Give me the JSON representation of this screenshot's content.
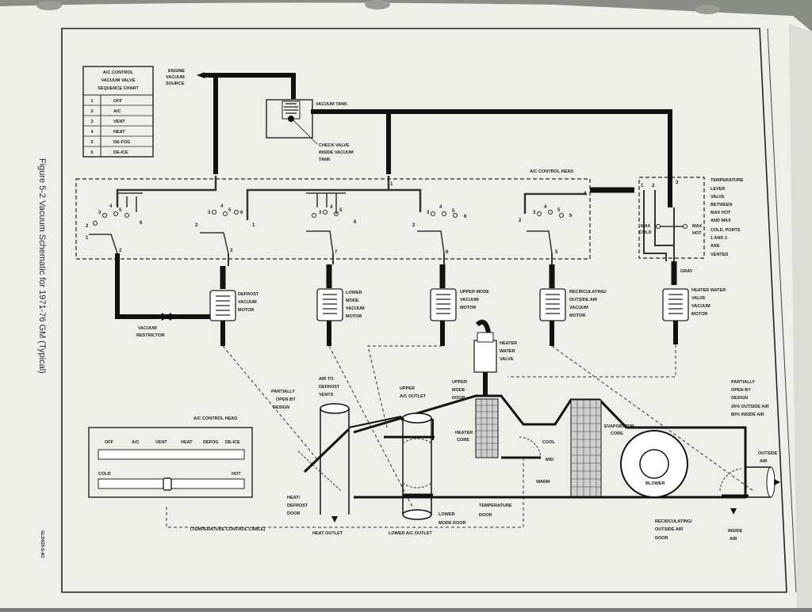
{
  "figure_caption": "Figure 5-2 Vacuum Schematic for 1971-76 GM (Typical)",
  "figure_code": "GLD020-5-AC",
  "sequence_chart": {
    "title_lines": [
      "A/C CONTROL",
      "VACUUM VALVE",
      "SEQUENCE CHART"
    ],
    "rows": [
      {
        "num": "1",
        "label": "OFF"
      },
      {
        "num": "2",
        "label": "A/C"
      },
      {
        "num": "3",
        "label": "VENT"
      },
      {
        "num": "4",
        "label": "HEAT"
      },
      {
        "num": "5",
        "label": "DE-FOG"
      },
      {
        "num": "6",
        "label": "DE-ICE"
      }
    ]
  },
  "labels": {
    "engine_vacuum_source": [
      "ENGINE",
      "VACUUM",
      "SOURCE"
    ],
    "vacuum_tank": "VACUUM TANK",
    "check_valve": [
      "CHECK VALVE",
      "INSIDE VACUUM",
      "TANK"
    ],
    "ac_control_head_top": "A/C CONTROL HEAD",
    "temperature_lever": [
      "TEMPERATURE",
      "LEVER",
      "VALVE",
      "BETWEEN",
      "MAX HOT",
      "AND MAX",
      "COLD, PORTS",
      "1 AND 2",
      "ARE",
      "VENTED"
    ],
    "max_cold": [
      "MAX",
      "COLD"
    ],
    "max_hot": [
      "MAX",
      "HOT"
    ],
    "gray": "GRAY",
    "defrost_motor": [
      "DEFROST",
      "VACUUM",
      "MOTOR"
    ],
    "lower_mode_motor": [
      "LOWER",
      "MODE",
      "VACUUM",
      "MOTOR"
    ],
    "upper_mode_motor": [
      "UPPER MODE",
      "VACUUM",
      "MOTOR"
    ],
    "recirc_motor": [
      "RECIRCULATING/",
      "OUTSIDE AIR",
      "VACUUM",
      "MOTOR"
    ],
    "heater_water_valve_motor": [
      "HEATER WATER",
      "VALVE",
      "VACUUM",
      "MOTOR"
    ],
    "vacuum_restrictor": [
      "VACUUM",
      "RESTRICTOR"
    ],
    "heater_water_valve": [
      "HEATER",
      "WATER",
      "VALVE"
    ],
    "partially_open_left": [
      "PARTIALLY",
      "OPEN BY",
      "DESIGN"
    ],
    "air_to_defrost": [
      "AIR TO",
      "DEFROST",
      "VENTS"
    ],
    "upper_ac_outlet": [
      "UPPER",
      "A/C OUTLET"
    ],
    "upper_mode_door": [
      "UPPER",
      "MODE",
      "DOOR"
    ],
    "heater_core": [
      "HEATER",
      "CORE"
    ],
    "cool": "COOL",
    "mid": "MID",
    "warm": "WARM",
    "evaporator_core": [
      "EVAPORATOR",
      "CORE"
    ],
    "blower": "BLOWER",
    "partially_open_right": [
      "PARTIALLY",
      "OPEN BY",
      "DESIGN",
      "20% OUTSIDE AIR",
      "80% INSIDE AIR"
    ],
    "outside_air": [
      "OUTSIDE",
      "AIR"
    ],
    "inside_air": [
      "INSIDE",
      "AIR"
    ],
    "heat_defrost_door": [
      "HEAT/",
      "DEFROST",
      "DOOR"
    ],
    "heat_outlet": "HEAT OUTLET",
    "lower_ac_outlet": "LOWER A/C OUTLET",
    "lower_mode_door": [
      "LOWER",
      "MODE DOOR"
    ],
    "temperature_door": [
      "TEMPERATURE",
      "DOOR"
    ],
    "recirc_door": [
      "RECIRCULATING/",
      "OUTSIDE AIR",
      "DOOR"
    ],
    "temp_control_cable": "(TEMPERATURE CONTROL CABLE)"
  },
  "control_head_panel": {
    "title": "A/C CONTROL HEAD",
    "modes": [
      "OFF",
      "A/C",
      "VENT",
      "HEAT",
      "DEFOG",
      "DE-ICE"
    ],
    "cold": "COLD",
    "hot": "HOT"
  },
  "port_numbers": {
    "valve1": [
      "3",
      "4",
      "5",
      "6",
      "2",
      "1"
    ],
    "valve2": [
      "3",
      "4",
      "5",
      "6",
      "2"
    ],
    "valve3": [
      "3",
      "4",
      "5",
      "6",
      "1"
    ],
    "valve4": [
      "3",
      "4",
      "5",
      "6",
      "2",
      "1"
    ],
    "valve5": [
      "3",
      "4",
      "5",
      "6",
      "2"
    ],
    "motor_ports": [
      "2",
      "3",
      "7",
      "6",
      "5",
      "4",
      "1",
      "2",
      "3"
    ]
  }
}
